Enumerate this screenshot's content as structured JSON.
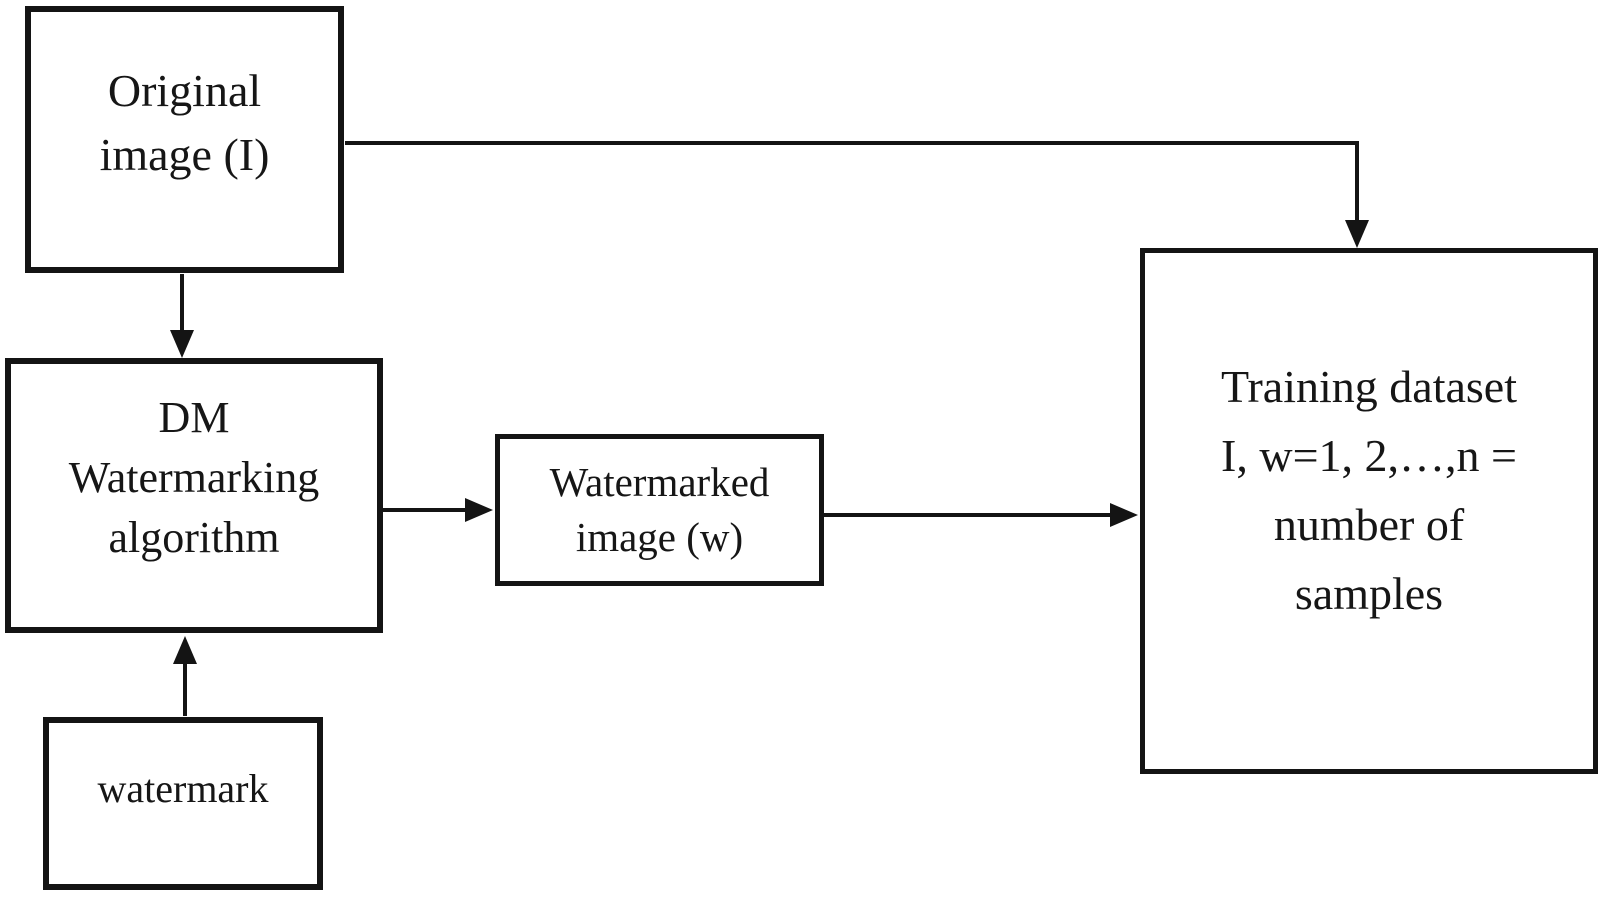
{
  "diagram": {
    "description": "Flowchart of digital watermarking pipeline producing a training dataset",
    "background_color": "#ffffff",
    "stroke_color": "#141414",
    "nodes": {
      "original_image": {
        "lines": [
          "Original",
          "image (I)"
        ]
      },
      "dm_algorithm": {
        "lines": [
          "DM",
          "Watermarking",
          "algorithm"
        ]
      },
      "watermark": {
        "lines": [
          "watermark"
        ]
      },
      "watermarked_image": {
        "lines": [
          "Watermarked",
          "image (w)"
        ]
      },
      "training_dataset": {
        "lines": [
          "Training dataset",
          "I, w=1, 2,…,n =",
          "number of",
          "samples"
        ]
      }
    },
    "edges": [
      {
        "from": "original_image",
        "to": "training_dataset",
        "route": "right-then-down"
      },
      {
        "from": "original_image",
        "to": "dm_algorithm",
        "route": "down"
      },
      {
        "from": "watermark",
        "to": "dm_algorithm",
        "route": "up"
      },
      {
        "from": "dm_algorithm",
        "to": "watermarked_image",
        "route": "right"
      },
      {
        "from": "watermarked_image",
        "to": "training_dataset",
        "route": "right"
      }
    ]
  }
}
